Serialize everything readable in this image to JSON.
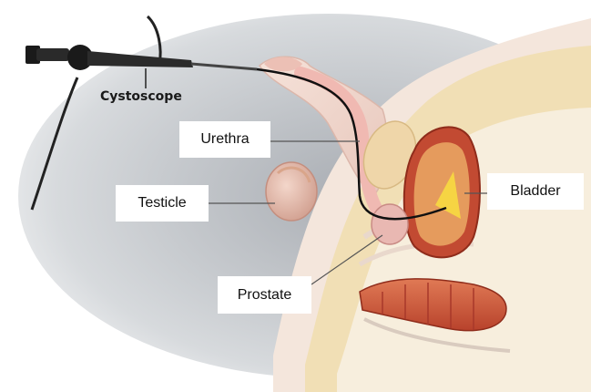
{
  "labels": {
    "cystoscope": "Cystoscope",
    "urethra": "Urethra",
    "testicle": "Testicle",
    "bladder": "Bladder",
    "prostate": "Prostate"
  },
  "colors": {
    "background": "#ffffff",
    "shadow": "#8a8f96",
    "skin": "#f2dcd2",
    "fat": "#f3e4b5",
    "tissue": "#f0c9c0",
    "bladder_wall": "#c0412c",
    "bladder_inner": "#e8a060",
    "urine": "#f5d540",
    "instrument": "#1e1e1e",
    "label_box": "#ffffff"
  }
}
